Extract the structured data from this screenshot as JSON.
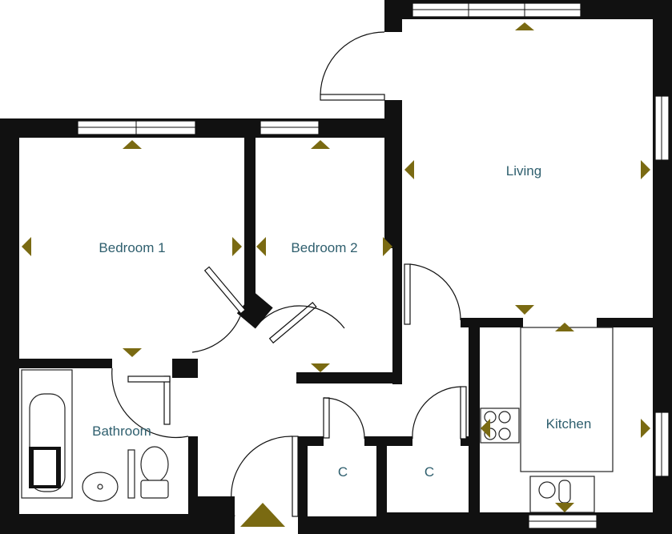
{
  "colors": {
    "wall": "#111111",
    "accent_marker": "#7a6a12",
    "label_text": "#2f5f6e",
    "background": "#ffffff"
  },
  "rooms": {
    "living": "Living",
    "bedroom1": "Bedroom 1",
    "bedroom2": "Bedroom 2",
    "bathroom": "Bathroom",
    "kitchen": "Kitchen",
    "cupboard1": "C",
    "cupboard2": "C"
  },
  "icons": {
    "dimension_marker": "triangle-marker-icon",
    "entrance": "entrance-arrow-icon",
    "hob": "hob-icon",
    "sink": "sink-icon",
    "toilet": "toilet-icon",
    "basin": "basin-icon",
    "bath": "bath-icon"
  }
}
